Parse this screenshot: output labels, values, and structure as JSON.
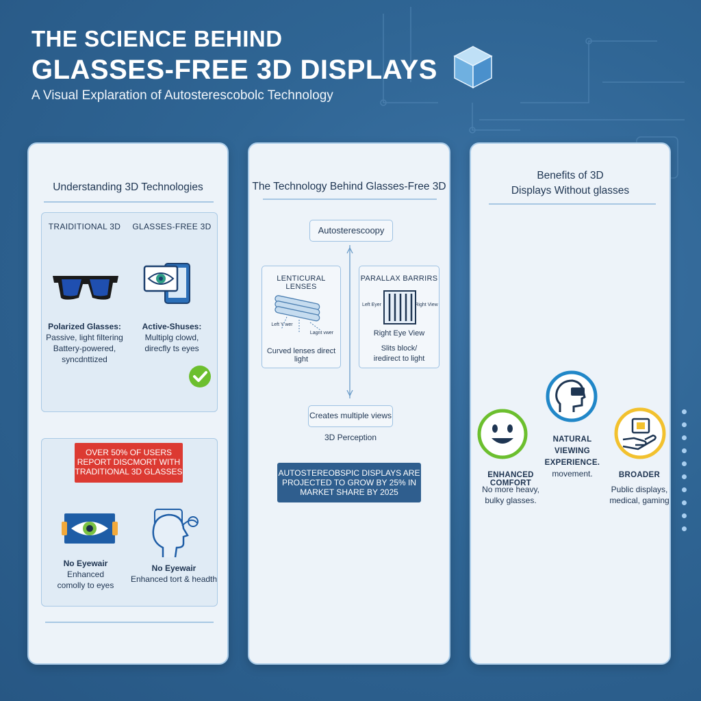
{
  "header": {
    "title_line1": "THE SCIENCE BEHIND",
    "title_line2": "GLASSES-FREE 3D DISPLAYS",
    "subtitle": "A Visual Explaration of Autosterescobolc Technology"
  },
  "panel1": {
    "title": "Understanding 3D Technologies",
    "compare": {
      "left_heading": "TRAIDITIONAL 3D",
      "right_heading": "GLASSES-FREE 3D",
      "left_label": "Polarized Glasses:",
      "left_desc": [
        "Passive, light filtering",
        "Battery-powered,",
        "syncdnttized"
      ],
      "right_label": "Active-Shuses:",
      "right_desc": [
        "Multiplg clowd,",
        "direcfly ts eyes"
      ]
    },
    "alert": "OVER 50% OF USERS REPORT DISCMORT WITH TRADITIONAL 3D GLASSES",
    "benefit_left": {
      "title": "No Eyewair",
      "desc": [
        "Enhanced",
        "comolly to eyes"
      ]
    },
    "benefit_right": {
      "title": "No Eyewair",
      "desc": [
        "Enhanced tort & headth"
      ]
    }
  },
  "panel2": {
    "title": "The Technology Behind Glasses-Free 3D",
    "top_box": "Autosterescoopy",
    "lenticular": {
      "title": "LENTICURAL LENSES",
      "label_left": "Left Y wer",
      "label_right": "Lagnt vwer",
      "caption": "Curved lenses direct light"
    },
    "parallax": {
      "title": "PARALLAX BARRIRS",
      "label_left": "Left Eyer",
      "label_right": "Right View",
      "eye_view": "Right Eye View",
      "caption": [
        "Slits block/",
        "iredirect to light"
      ]
    },
    "bottom_box": "Creates multiple views",
    "perception": "3D Perception",
    "stat": "AUTOSTEREOBSPIC DISPLAYS ARE PROJECTED TO GROW BY 25% IN MARKET SHARE BY 2025"
  },
  "panel3": {
    "title_line1": "Benefits of 3D",
    "title_line2": "Displays Without glasses",
    "benefits": [
      {
        "title": "ENHANCED COMFORT",
        "desc": [
          "No more heavy,",
          "bulky glasses."
        ]
      },
      {
        "title": "NATURAL VIEWING EXPERIENCE.",
        "desc": [
          "movement."
        ]
      },
      {
        "title": "BROADER",
        "desc": [
          "Public displays,",
          "medical, gaming"
        ]
      }
    ]
  },
  "colors": {
    "background": "#2f6594",
    "panel": "#edf3f9",
    "alert_red": "#dc3a32",
    "stat_blue": "#2f5e8e",
    "green": "#6cbf2e",
    "blue": "#2187c8",
    "yellow": "#f2c12e"
  },
  "icons": [
    "cube-icon",
    "glasses-icon",
    "eye-tablet-icon",
    "check-icon",
    "eye-screen-icon",
    "head-icon",
    "lens-icon",
    "barrier-icon",
    "smile-icon",
    "vr-head-icon",
    "hand-screen-icon"
  ]
}
